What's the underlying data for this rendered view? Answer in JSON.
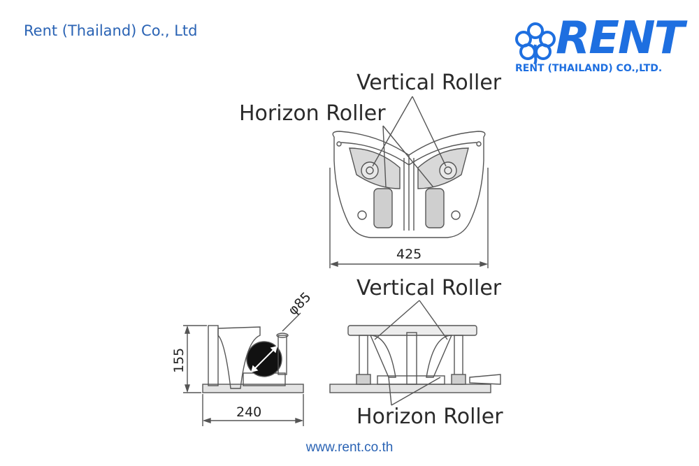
{
  "header": {
    "company_name": "Rent (Thailand) Co., Ltd"
  },
  "logo": {
    "wordmark": "RENT",
    "tagline": "RENT (THAILAND) CO.,LTD.",
    "icon": "flower-icon",
    "color": "#1e6fe0"
  },
  "diagram": {
    "top_view": {
      "label_vertical": "Vertical Roller",
      "label_horizontal": "Horizon Roller",
      "width_dimension": "425"
    },
    "side_view": {
      "height_dimension": "155",
      "width_dimension": "240",
      "diameter_dimension": "φ85"
    },
    "front_view": {
      "label_vertical": "Vertical Roller",
      "label_horizontal": "Horizon Roller"
    }
  },
  "footer": {
    "website": "www.rent.co.th"
  },
  "colors": {
    "brand_blue": "#2a63b4",
    "line": "#555555"
  }
}
